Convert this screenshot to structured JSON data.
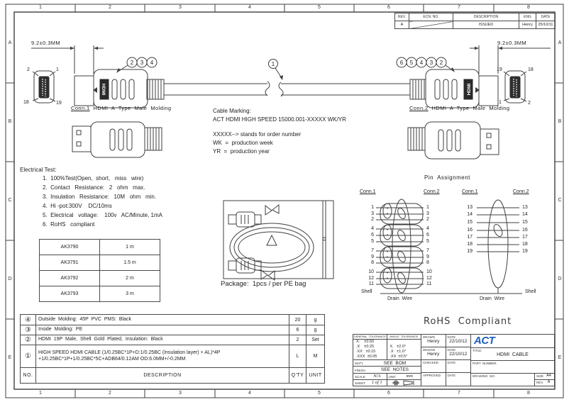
{
  "colors": {
    "accent_blue": "#1d5ec0",
    "line": "#3f3f3f"
  },
  "zones": {
    "cols": [
      "1",
      "2",
      "3",
      "4",
      "5",
      "6",
      "7",
      "8"
    ],
    "rows": [
      "A",
      "B",
      "C",
      "D",
      "E"
    ]
  },
  "revision": {
    "h_rev": "REV.",
    "h_ecn": "ECN.  NO.",
    "h_desc": "DESCRIPTION",
    "h_eng": "ENG",
    "h_date": "DATE",
    "rev": "A",
    "desc": "ISSUED",
    "eng": "Henry",
    "date": "25/10/11"
  },
  "dims": {
    "left": "9.2±0.3MM",
    "right": "9.2±0.3MM"
  },
  "conn1": {
    "name": "Conn.1",
    "desc": "  HDMI  A  Type  Male  Molding",
    "hdmi": "HDMI",
    "tl": "2",
    "tr": "1",
    "bl": "18",
    "br": "19",
    "c0": "2",
    "c1": "3",
    "c2": "4"
  },
  "conn2": {
    "name": "Conn.2",
    "desc": "  HDMI  A  Type  Male  Molding",
    "hdmi": "HDMI",
    "tl": "19",
    "tr": "18",
    "bl": "1",
    "br": "2",
    "c0": "6",
    "c1": "5",
    "c2": "4",
    "c3": "3",
    "c4": "2"
  },
  "cable": {
    "callout": "1"
  },
  "marking": {
    "title": "Cable Marking:",
    "value": "ACT HDMI HIGH SPEED 15000.001-XXXXX WK/YR",
    "n0": "XXXXX--> stands for order number",
    "n1": "WK  =  production week",
    "n2": "YR  =  production year"
  },
  "etest": {
    "title": "Electrical Test:",
    "i0": "1.  100%Test(Open,  short,   miss   wire)",
    "i1": "2.  Contact   Resistance:   2   ohm   max.",
    "i2": "3.  Insulation   Resistance:   10M   ohm   min.",
    "i3": "4.  Hi -pot:300V    DC/10ms",
    "i4": "5.  Electrical   voltage:    100v   AC/Minute, 1mA",
    "i5": "6.  RoHS   compliant"
  },
  "lengths": {
    "r0": {
      "pn": "AK3790",
      "len": "1 m"
    },
    "r1": {
      "pn": "AK3791",
      "len": "1.5 m"
    },
    "r2": {
      "pn": "AK3792",
      "len": "2 m"
    },
    "r3": {
      "pn": "AK3793",
      "len": "3 m"
    }
  },
  "package": {
    "label": "Package:  1pcs / per PE bag"
  },
  "pins": {
    "title": "Pin  Assignment",
    "conn1": "Conn.1",
    "conn2": "Conn.2",
    "shell": "Shell",
    "drain": "Drain  Wire",
    "left": [
      "1",
      "3",
      "2",
      "4",
      "6",
      "5",
      "7",
      "9",
      "8",
      "10",
      "12",
      "11"
    ],
    "right": [
      "13",
      "14",
      "15",
      "16",
      "17",
      "18",
      "19"
    ]
  },
  "bom": {
    "r0": {
      "no": "④",
      "desc": "Outside  Molding:  45P  PVC  PMS:  Black",
      "qty": "20",
      "unit": "g"
    },
    "r1": {
      "no": "③",
      "desc": "Inside  Molding:  PE",
      "qty": "6",
      "unit": "g"
    },
    "r2": {
      "no": "②",
      "desc": "HDMI  19P  Male,  Shell  Gold  Plated,  Insulation:  Black",
      "qty": "2",
      "unit": "Set"
    },
    "r3": {
      "no": "①",
      "desc": "HIGH SPEED HDMI CABLE (1/0.25BC*1P+D:1/0.25BC (Insulation layer) + AL)*4P\n+1/0.25BC*1P+1/0.25BC*5C+ADB64/0.12AM OD:6.0MM+/-0.2MM",
      "qty": "L",
      "unit": "M"
    },
    "f": {
      "no": "NO.",
      "desc": "DESCRIPTION",
      "qty": "Q'TY",
      "unit": "UNIT"
    }
  },
  "rohs": "RoHS  Compliant",
  "tb": {
    "gen_label": "GENERAL  TOLERANCE",
    "ang_label": "ANGLE  TOLERANCE",
    "g0": "X.    ±0.50",
    "g1": ".X    ±0.25",
    "g2": ".XX   ±0.15",
    "g3": ".XXX  ±0.05",
    "a0": "",
    "a1": "X.   ±2.0°",
    "a2": ".X   ±1.0°",
    "a3": ".XX  ±0.5°",
    "matl_label": "MAT'L",
    "matl": "SEE  BOM",
    "finish_label": "FINISH",
    "finish": "SEE  NOTES",
    "scale_label": "SCALE",
    "scale": "N/A",
    "unit_label": "UNIT",
    "unit": "mm",
    "sheet_label": "SHEET",
    "sheet": "1 of 1",
    "drawn_label": "DRAWN",
    "date_label": "DATE",
    "drawn": "Henry",
    "drawn_date": "22/10/12",
    "design_label": "DESIGN",
    "design": "Henry",
    "design_date": "22/10/12",
    "checked_label": "CHECKED",
    "approved_label": "APPROVED",
    "logo": "ACT",
    "title_label": "TITLE.",
    "title": "HDMI  CABLE",
    "part_label": "PART  NUMBER.",
    "drawing_label": "DRAWING  NO.",
    "size_label": "SIZE",
    "size": "A4",
    "rev_label": "REV.",
    "rev": "A"
  }
}
